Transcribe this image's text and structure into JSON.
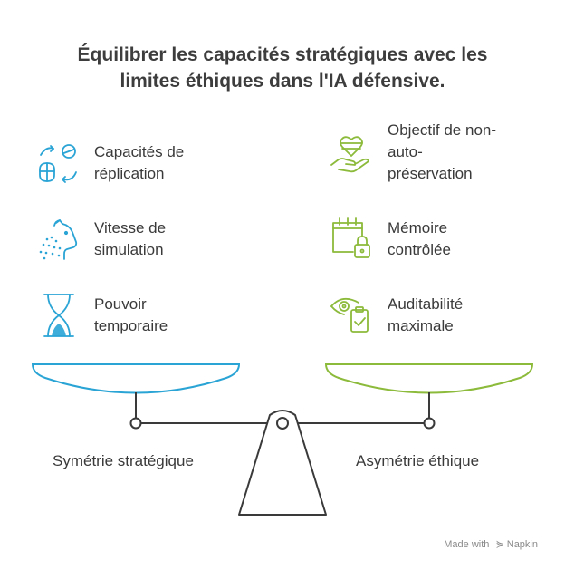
{
  "title": {
    "line1": "Équilibrer les capacités stratégiques avec les",
    "line2": "limites éthiques dans l'IA défensive."
  },
  "left": {
    "label": "Symétrie stratégique",
    "color": "#2aa4d5",
    "items": [
      {
        "lines": [
          "Capacités de",
          "réplication"
        ],
        "icon": "replication-icon"
      },
      {
        "lines": [
          "Vitesse de",
          "simulation"
        ],
        "icon": "cheetah-icon"
      },
      {
        "lines": [
          "Pouvoir",
          "temporaire"
        ],
        "icon": "hourglass-icon"
      }
    ]
  },
  "right": {
    "label": "Asymétrie éthique",
    "color": "#8cba3a",
    "items": [
      {
        "lines": [
          "Objectif de non-",
          "auto-",
          "préservation"
        ],
        "icon": "heart-hand-icon"
      },
      {
        "lines": [
          "Mémoire",
          "contrôlée"
        ],
        "icon": "calendar-lock-icon"
      },
      {
        "lines": [
          "Auditabilité",
          "maximale"
        ],
        "icon": "eye-clipboard-icon"
      }
    ]
  },
  "footer": {
    "text": "Made with",
    "brand": "Napkin"
  }
}
